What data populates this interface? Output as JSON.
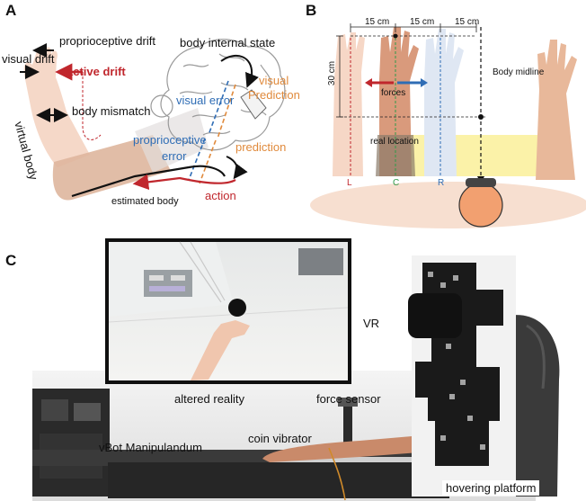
{
  "panel_a": {
    "letter": "A",
    "proprioceptive_drift": "proprioceptive drift",
    "visual_drift": "visual drift",
    "active_drift": "active drift",
    "body_mismatch": "body mismatch",
    "virtual_body": "virtual body",
    "body_internal_state": "body internal state",
    "visual_error": "visual error",
    "visual_prediction_1": "visual",
    "visual_prediction_2": "Prediction",
    "proprioceptive_error_1": "proprioceptive",
    "proprioceptive_error_2": "error",
    "prediction": "prediction",
    "estimated_body": "estimated body",
    "action": "action"
  },
  "panel_b": {
    "letter": "B",
    "dist_1": "15 cm",
    "dist_2": "15 cm",
    "dist_3": "15 cm",
    "height": "30 cm",
    "forces": "forces",
    "body_midline": "Body midline",
    "real_location": "real location",
    "pos_l": "L",
    "pos_c": "C",
    "pos_r": "R"
  },
  "panel_c": {
    "letter": "C",
    "vr": "VR",
    "altered_reality": "altered reality",
    "force_sensor": "force sensor",
    "vbot": "vBot Manipulandum",
    "coin_vibrator": "coin vibrator",
    "hovering_platform": "hovering platform"
  },
  "colors": {
    "red": "#c0272d",
    "orange": "#e08a3c",
    "blue": "#2f6db5",
    "green": "#2e9b4a",
    "skin": "#e8b89a",
    "body_skin": "#d9a088"
  }
}
